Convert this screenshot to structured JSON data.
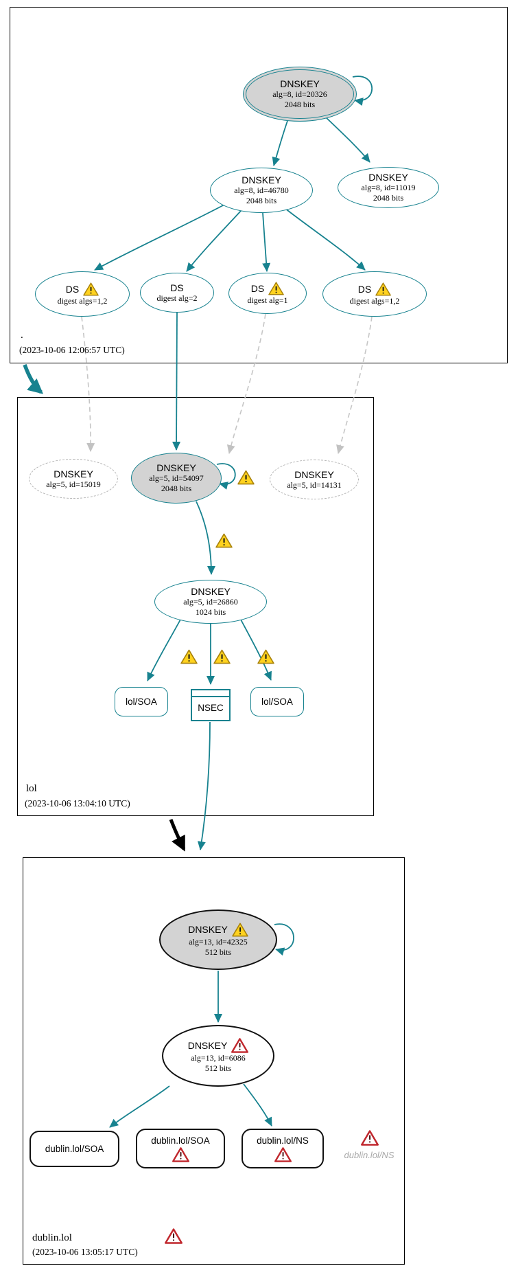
{
  "zones": [
    {
      "label": ".",
      "timestamp": "(2023-10-06 12:06:57 UTC)",
      "nodes": {
        "ksk": {
          "title": "DNSKEY",
          "detail1": "alg=8, id=20326",
          "detail2": "2048 bits"
        },
        "zsk1": {
          "title": "DNSKEY",
          "detail1": "alg=8, id=46780",
          "detail2": "2048 bits"
        },
        "zsk2": {
          "title": "DNSKEY",
          "detail1": "alg=8, id=11019",
          "detail2": "2048 bits"
        },
        "ds1": {
          "title": "DS",
          "detail1": "digest algs=1,2"
        },
        "ds2": {
          "title": "DS",
          "detail1": "digest alg=2"
        },
        "ds3": {
          "title": "DS",
          "detail1": "digest alg=1"
        },
        "ds4": {
          "title": "DS",
          "detail1": "digest algs=1,2"
        }
      }
    },
    {
      "label": "lol",
      "timestamp": "(2023-10-06 13:04:10 UTC)",
      "nodes": {
        "ghost1": {
          "title": "DNSKEY",
          "detail1": "alg=5, id=15019"
        },
        "ksk": {
          "title": "DNSKEY",
          "detail1": "alg=5, id=54097",
          "detail2": "2048 bits"
        },
        "ghost2": {
          "title": "DNSKEY",
          "detail1": "alg=5, id=14131"
        },
        "zsk": {
          "title": "DNSKEY",
          "detail1": "alg=5, id=26860",
          "detail2": "1024 bits"
        },
        "soa_left": {
          "title": "lol/SOA"
        },
        "nsec": {
          "title": "NSEC"
        },
        "soa_right": {
          "title": "lol/SOA"
        }
      }
    },
    {
      "label": "dublin.lol",
      "timestamp": "(2023-10-06 13:05:17 UTC)",
      "nodes": {
        "ksk": {
          "title": "DNSKEY",
          "detail1": "alg=13, id=42325",
          "detail2": "512 bits"
        },
        "zsk": {
          "title": "DNSKEY",
          "detail1": "alg=13, id=6086",
          "detail2": "512 bits"
        },
        "soa1": {
          "title": "dublin.lol/SOA"
        },
        "soa2": {
          "title": "dublin.lol/SOA"
        },
        "ns1": {
          "title": "dublin.lol/NS"
        },
        "ns_ghost": {
          "title": "dublin.lol/NS"
        }
      }
    }
  ],
  "icons": {
    "warning": "warning-icon",
    "error": "error-icon",
    "self_sign_loop": "self-loop-arrow-icon"
  },
  "colors": {
    "edge_teal": "#17828f",
    "node_fill_gray": "#d3d3d3",
    "dashed_gray": "#b4b4b4",
    "warning_yellow": "#FFD21F",
    "error_red": "#C0272D",
    "thick_arrow_black": "#000000"
  }
}
